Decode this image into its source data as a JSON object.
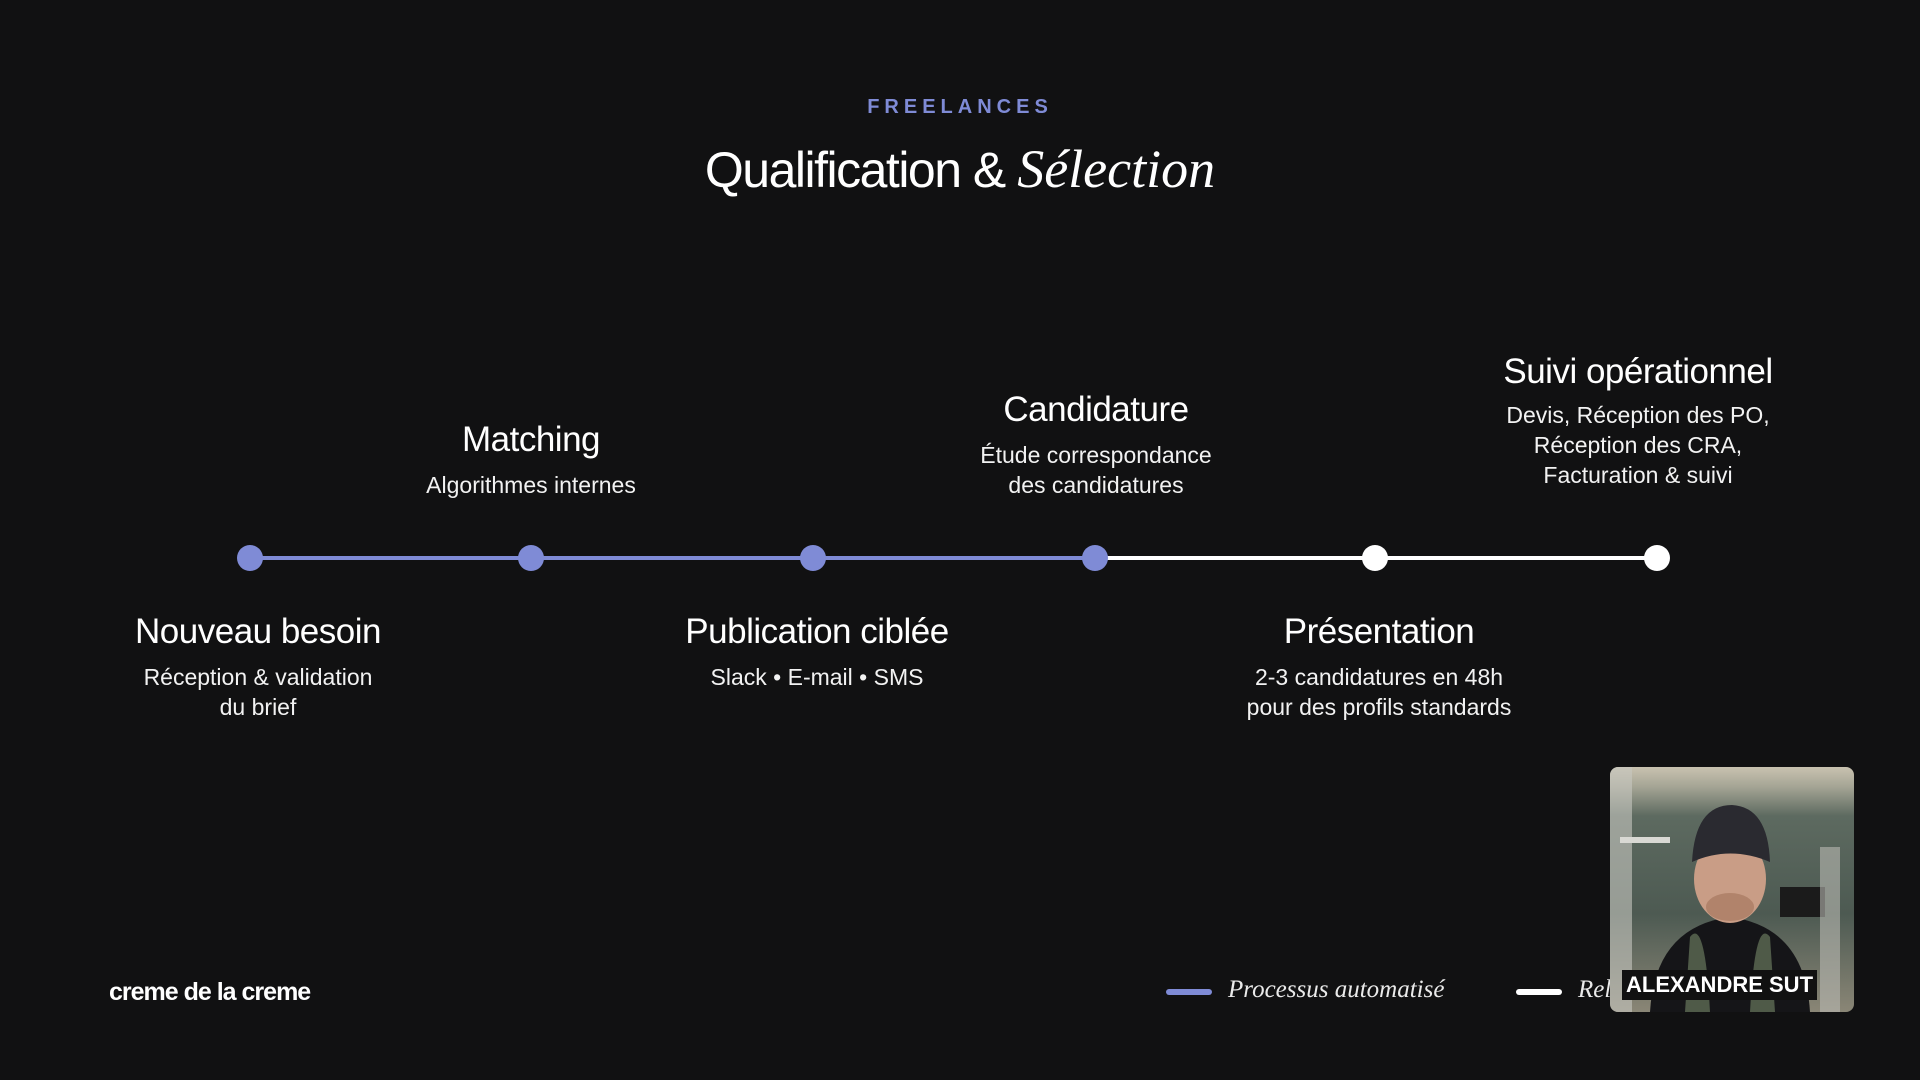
{
  "header": {
    "eyebrow": "FREELANCES",
    "title_plain": "Qualification &",
    "title_italic": "Sélection"
  },
  "timeline": {
    "automated_color": "#7f8bd6",
    "manual_color": "#ffffff",
    "steps": [
      {
        "title": "Nouveau besoin",
        "lines": [
          "Réception & validation",
          "du brief"
        ],
        "mode": "automated"
      },
      {
        "title": "Matching",
        "lines": [
          "Algorithmes internes"
        ],
        "mode": "automated"
      },
      {
        "title": "Publication ciblée",
        "lines": [
          "Slack • E-mail • SMS"
        ],
        "mode": "automated"
      },
      {
        "title": "Candidature",
        "lines": [
          "Étude correspondance",
          "des candidatures"
        ],
        "mode": "automated"
      },
      {
        "title": "Présentation",
        "lines": [
          "2-3 candidatures en 48h",
          "pour des profils standards"
        ],
        "mode": "manual"
      },
      {
        "title": "Suivi opérationnel",
        "lines": [
          "Devis, Réception des PO,",
          "Réception des CRA,",
          "Facturation & suivi"
        ],
        "mode": "manual"
      }
    ]
  },
  "footer": {
    "logo": "creme de la creme",
    "legend": [
      {
        "label": "Processus automatisé"
      },
      {
        "label": "Rel"
      }
    ]
  },
  "webcam": {
    "name": "ALEXANDRE SUT"
  }
}
